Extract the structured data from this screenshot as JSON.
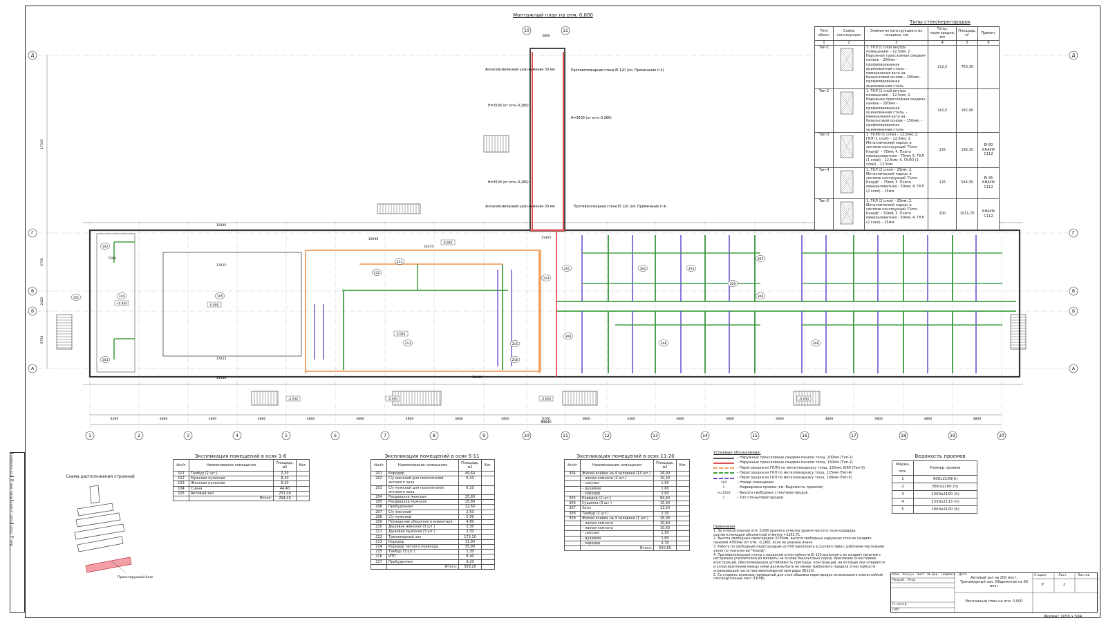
{
  "sheet": {
    "plan_title": "Монтажный план на отм. 0,000",
    "format": "Формат 1050 x 594",
    "site_scheme_title": "Схема расположения строений",
    "site_scheme_label": "Проектируемый блок"
  },
  "axes": {
    "columns": [
      "1",
      "2",
      "3",
      "4",
      "5",
      "6",
      "7",
      "8",
      "9",
      "10",
      "11",
      "12",
      "13",
      "14",
      "15",
      "16",
      "17",
      "18",
      "19",
      "20"
    ],
    "col_spacings": [
      "4200",
      "4800",
      "4800",
      "4800",
      "4800",
      "4800",
      "4800",
      "4800",
      "4800",
      "6100",
      "3800",
      "4300",
      "4800",
      "4800",
      "4800",
      "4800",
      "4800",
      "4800",
      "4800",
      "4200"
    ],
    "overall_length": "89640",
    "rows": [
      "Д",
      "Г",
      "В",
      "Б",
      "А"
    ],
    "row_spacings": [
      "17325",
      "5750",
      "2420",
      "5750"
    ]
  },
  "room_numbers": [
    "101",
    "102",
    "103",
    "104",
    "105",
    "211",
    "212",
    "213",
    "214",
    "215",
    "216",
    "301",
    "302",
    "303",
    "304",
    "305",
    "306",
    "307",
    "308",
    "309"
  ],
  "levels": [
    "0.000",
    "0.000",
    "0.000",
    "-0.050",
    "-0.050",
    "-0.050",
    "-0.050",
    "+0.450"
  ],
  "dims": [
    "17025",
    "17025",
    "15440",
    "15440",
    "7200",
    "11405",
    "3800",
    "24475",
    "19090",
    "12440"
  ],
  "plan_notes": {
    "antiseismic_1": "Антисейсмический шов на менее 30 мм",
    "antiseismic_2": "Антисейсмический шов на менее 30 мм",
    "firewall_1": "Противопожарная стена EI 120 (см. Примечание п.4)",
    "firewall_2": "Противопожарная стена EI 120 (см. Примечание п.4)",
    "h1": "Н=3500 (от отм.-0,280)",
    "h2": "Н=3500 (от отм.-0,280)",
    "h3": "Н=3500 (от отм.-0,280)"
  },
  "wall_types": {
    "title": "Типы стен/перегородок",
    "headers": [
      "Тип/ обозн.",
      "Схема конструкции",
      "Элементы конструкции и их толщины, мм",
      "Толщ. перегородки, мм",
      "Площадь, м²",
      "Примеч."
    ],
    "col_numbers": [
      "1",
      "2",
      "3",
      "4",
      "5",
      "6"
    ],
    "rows": [
      {
        "type": "Тип-1",
        "elements": "1. ГКЛ (1 слой внутри помещения) – 12,5мм; 2. Наружная трехслойная сэндвич-панель – 200мм – профилированная оцинкованная сталь; – минеральная вата на базальтовой основе – 200мм; – профилированная оцинкованная сталь",
        "thick": "212,5",
        "area": "763,30",
        "note": ""
      },
      {
        "type": "Тип-2",
        "elements": "1. ГКЛ (1 слой внутри помещения) – 12,5мм; 2. Наружная трехслойная сэндвич-панель – 150мм – профилированная оцинкованная сталь; – минеральная вата на базальтовой основе – 150мм; – профилированная оцинкованная сталь",
        "thick": "162,5",
        "area": "182,90",
        "note": ""
      },
      {
        "type": "Тип-3",
        "elements": "1. ГКЛО (1 слой) – 12,5мм; 2. ГКЛ (1 слой) – 12,5мм; 3. Металлический каркас в системе конструкций \"Гипс-Кнауф\" – 75мм; 4. Плита минераловатная – 75мм; 5. ГКЛ (1 слой) – 12,5мм; 6. ГКЛО (1 слой) – 12,5мм",
        "thick": "125",
        "area": "186,10",
        "note": "EI-60 КНАУФ С112"
      },
      {
        "type": "Тип-4",
        "elements": "1. ГКЛ (2 слоя) – 25мм; 2. Металлический каркас в системе конструкций \"Гипс-Кнауф\" – 75мм; 3. Плита минераловатная – 50мм; 4. ГКЛ (2 слоя) – 25мм",
        "thick": "125",
        "area": "544,30",
        "note": "EI-45 КНАУФ С112"
      },
      {
        "type": "Тип-5",
        "elements": "1. ГКЛ (2 слоя) – 25мм; 2. Металлический каркас в системе конструкций \"Гипс-Кнауф\" – 50мм; 3. Плита минераловатная – 50мм; 4. ГКЛ (2 слоя) – 25мм",
        "thick": "100",
        "area": "1011,70",
        "note": "КНАУФ С112"
      }
    ]
  },
  "expl1": {
    "title": "Экспликация помещений в осях 1-6",
    "headers": [
      "№п/п",
      "Наименование помещения",
      "Площадь, м2",
      "Кат."
    ],
    "rows": [
      [
        "101",
        "Тамбур (2 шт.)",
        "2,30"
      ],
      [
        "102",
        "Мужская кулисная",
        "8,20"
      ],
      [
        "103",
        "Женская кулисная",
        "8,20"
      ],
      [
        "104",
        "Сцена",
        "44,40"
      ],
      [
        "105",
        "Актовый зал",
        "231,00"
      ]
    ],
    "total_label": "Итого:",
    "total": "294,40"
  },
  "expl2": {
    "title": "Экспликация помещений в осях 5-11",
    "headers": [
      "№п/п",
      "Наименование помещения",
      "Площадь, м2",
      "Кат."
    ],
    "rows": [
      [
        "201",
        "Коридор",
        "49,60"
      ],
      [
        "202",
        "С/у женский для посетителей актового зала",
        "6,10"
      ],
      [
        "203",
        "С/у мужской для посетителей актового зала",
        "6,10"
      ],
      [
        "204",
        "Раздевалка женская",
        "25,80"
      ],
      [
        "205",
        "Раздевалка мужская",
        "25,80"
      ],
      [
        "206",
        "Пребудочная",
        "12,60"
      ],
      [
        "207",
        "С/у женский",
        "2,50"
      ],
      [
        "208",
        "С/у мужской",
        "2,50"
      ],
      [
        "209",
        "Помещение уборочного инвентаря",
        "4,80"
      ],
      [
        "210",
        "Душевая женская (3 шт.)",
        "2,30"
      ],
      [
        "211",
        "Душевая мужская (3 шт.)",
        "2,30"
      ],
      [
        "212",
        "Тренажерный зал",
        "173,10"
      ],
      [
        "213",
        "Коридор",
        "11,90"
      ],
      [
        "214",
        "Коридор теплого перехода",
        "35,90"
      ],
      [
        "215",
        "Тамбур (3 шт.)",
        "2,30"
      ],
      [
        "216",
        "ИТП",
        "8,40"
      ],
      [
        "217",
        "Пребудочная",
        "9,20"
      ]
    ],
    "total_label": "Итого:",
    "total": "358,20"
  },
  "expl3": {
    "title": "Экспликация помещений в осях 11-20",
    "headers": [
      "№п/п",
      "Наименование помещения",
      "Площадь, м2",
      "Кат."
    ],
    "rows": [
      [
        "304",
        "Жилая ячейка на 4 человека (14 шт.)",
        "26,90"
      ],
      [
        "",
        "– жилая комната (2 шт.)",
        "10,20"
      ],
      [
        "",
        "– санузел",
        "1,50"
      ],
      [
        "",
        "– душевая",
        "1,60"
      ],
      [
        "",
        "– коридор",
        "2,60"
      ],
      [
        "305",
        "Коридор (2 шт.)",
        "84,40"
      ],
      [
        "306",
        "Сушилка (3 шт.)",
        "15,30"
      ],
      [
        "307",
        "Холл",
        "13,50"
      ],
      [
        "308",
        "Тамбур (2 шт.)",
        "2,30"
      ],
      [
        "309",
        "Жилая ячейка на 4 человека (1 шт.)",
        "26,90"
      ],
      [
        "",
        "– жилая комната",
        "10,60"
      ],
      [
        "",
        "– жилая комната",
        "10,60"
      ],
      [
        "",
        "– санузел",
        "1,50"
      ],
      [
        "",
        "– душевая",
        "1,60"
      ],
      [
        "",
        "– коридор",
        "2,70"
      ]
    ],
    "total_label": "Итого:",
    "total": "550,60"
  },
  "legend": {
    "title": "Условные обозначения:",
    "items": [
      {
        "label": "– Наружные трехслойные сэндвич-панели толщ. 200мм (Тип-1)",
        "color": "#555555"
      },
      {
        "label": "– Наружные трехслойные сэндвич-панели толщ. 150мм (Тип-2)",
        "color": "#e05050"
      },
      {
        "label": "– Перегородки из ГКЛО по металлокаркасу толщ. 125мм, EI60 (Тип-3)",
        "color": "#f0a060"
      },
      {
        "label": "– Перегородки из ГКЛ по металлокаркасу толщ. 125мм (Тип-4)",
        "color": "#40a040"
      },
      {
        "label": "– Перегородки из ГКЛ по металлокаркасу толщ. 100мм (Тип-5)",
        "color": "#7050d0"
      },
      {
        "label": "– Номер помещения",
        "color": ""
      },
      {
        "label": "– Маркировка проема (см. Ведомость проемов)",
        "color": ""
      },
      {
        "label": "– Высота свободных стен/перегородок",
        "color": ""
      },
      {
        "label": "– Тип стены/перегородки",
        "color": ""
      }
    ],
    "symbol_room": "104",
    "symbol_opening": "1",
    "symbol_height": "Н=3500",
    "symbol_type": "1"
  },
  "notes": {
    "title": "Примечания",
    "lines": [
      "1. За относительную отм. 0,000 принята отметка уровня чистого пола коридора, соответствующая абсолютной отметке +1262,71.",
      "2. Высота свободных перегородок 3235мм, высота свободных наружных стен из сэндвич-панелей 4760мм (от отм. -0,280), если не указано иначе.",
      "3. Работу по свободным перегородкам из ГКЛ выполнить в соответствии с рабочими чертежами узлов по технологии \"Кнауф\".",
      "4. Противопожарные стены с пределом огнестойкости EI 120 выполнить из сэндвич панелей с негорючим утеплителем из минваты на основе базальтовых пород. Крепление огнестойких конструкций, обеспечивающих устойчивость преграды, конструкций, на которые она опирается и узлов крепления между ними должны быть не менее требуемого предела огнестойкости ограждающей части противопожарной преграды (EI120).",
      "5. Со стороны влажных помещений для слоя обшивки перегородок использовать влагостойкий гипсокартонный лист (ГКЛВ)."
    ]
  },
  "openings": {
    "title": "Ведомость проемов",
    "headers": [
      "Марка, поз.",
      "Размер проема"
    ],
    "rows": [
      [
        "1",
        "900x2100(h)"
      ],
      [
        "2",
        "800x2100 (h)"
      ],
      [
        "3",
        "1300x2100 (h)"
      ],
      [
        "4",
        "1330x2115 (h)"
      ],
      [
        "5",
        "1000x2100 (h)"
      ]
    ]
  },
  "stamp": {
    "col_headers": [
      "Изм.",
      "Кол.уч",
      "Лист",
      "№ док.",
      "Подпись",
      "Дата"
    ],
    "roles": [
      "Разраб.",
      "Н. контр.",
      "ГИП"
    ],
    "role_names": [
      "Рехр",
      "",
      ""
    ],
    "project": "Актовый зал на 200 мест, Тренажерный зал, Общежитие на 60 мест",
    "sheet_name": "Монтажный план на отм. 0,000",
    "stage_h": "Стадия",
    "sheet_h": "Лист",
    "sheets_h": "Листов",
    "stage": "Р",
    "sheet": "2",
    "sheets": ""
  },
  "side_strip": [
    "Согласовано",
    "Взам. инв. №",
    "Подп. и дата",
    "Инв. № подл."
  ],
  "colors": {
    "ext200": "#555555",
    "ext150": "#e05050",
    "gklo": "#f0a060",
    "gkl125": "#40a040",
    "gkl100": "#7050d0"
  }
}
